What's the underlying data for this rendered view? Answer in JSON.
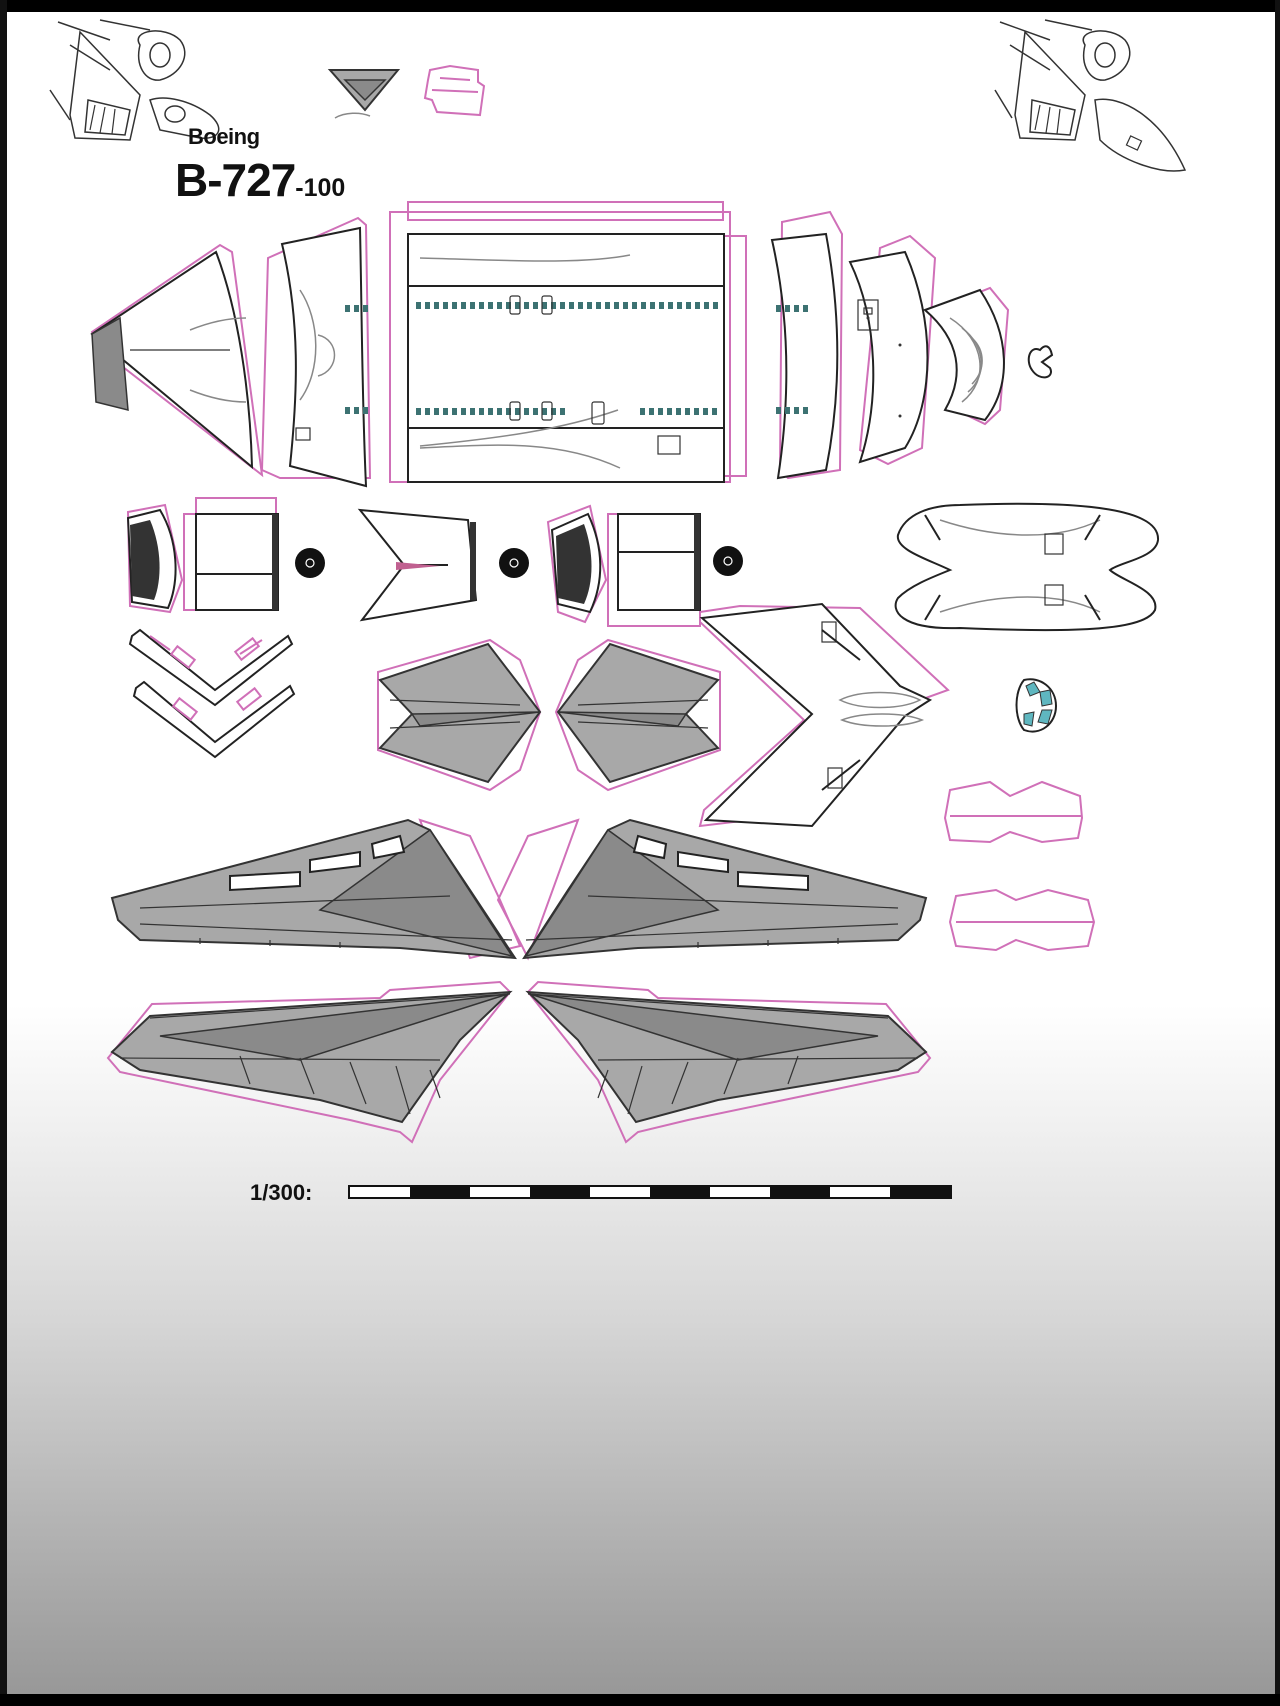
{
  "header": {
    "brand": "Boeing",
    "model": "B-727",
    "variant": "-100"
  },
  "scale": {
    "label": "1/300:",
    "segments": 10
  },
  "colors": {
    "cut_outline": "#222222",
    "glue_tab": "#d070b8",
    "wing_fill": "#a8a8a8",
    "window": "#3c7272",
    "cockpit_glass": "#5fb7c0",
    "page_bg": "#ffffff"
  }
}
